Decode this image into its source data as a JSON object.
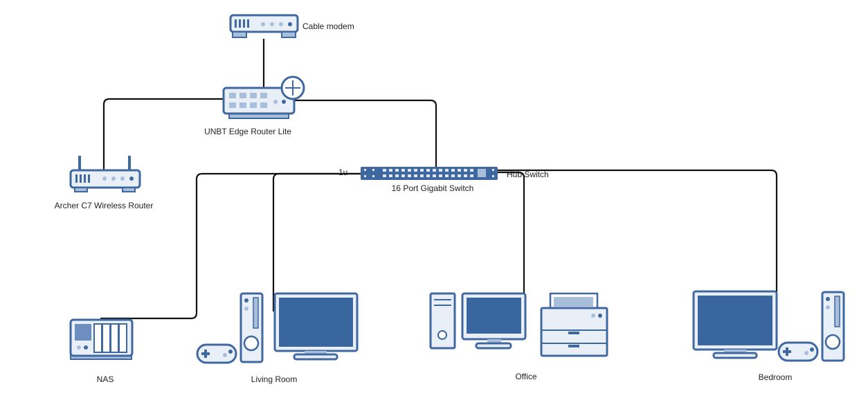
{
  "colors": {
    "device_stroke": "#3f67a0",
    "device_fill": "#e9eff7",
    "screen": "#3a66a0",
    "wire": "#111111"
  },
  "labels": {
    "cable_modem": "Cable modem",
    "edge_router": "UNBT Edge Router Lite",
    "wireless_router": "Archer C7 Wireless Router",
    "switch": "16 Port Gigabit Switch",
    "switch_left_tag": "1u",
    "switch_right_tag": "Hub Switch",
    "nas": "NAS",
    "living_room": "Living Room",
    "office": "Office",
    "bedroom": "Bedroom"
  }
}
